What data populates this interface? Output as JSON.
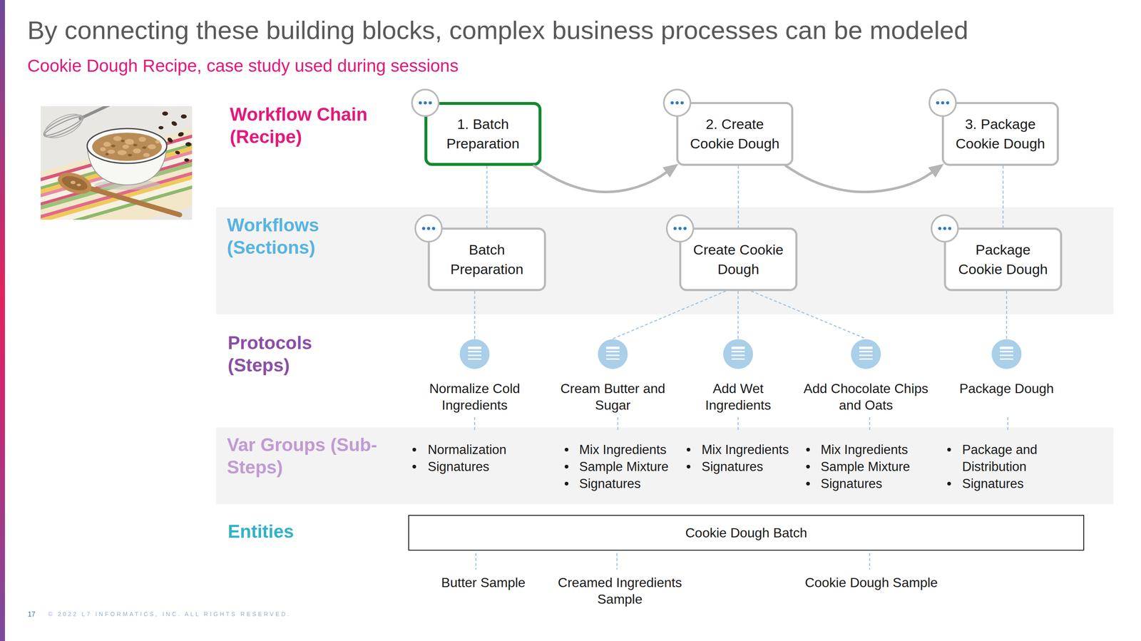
{
  "diagram": {
    "title": "By connecting these building blocks, complex business processes can be modeled",
    "nodes": [
      {
        "text": [
          "1. Batch Preparation"
        ]
      },
      {
        "text": [
          "2. Create Cookie Dough"
        ]
      },
      {
        "text": [
          "3. Package Cookie Dough"
        ]
      },
      {
        "text": [
          "Workflows (Sections)"
        ]
      },
      {
        "text": [
          "Batch Preparation"
        ],
        "in": 3
      },
      {
        "text": [
          "Create Cookie Dough"
        ],
        "in": 3
      },
      {
        "text": [
          "Package Cookie Dough"
        ],
        "in": 3
      },
      {
        "text": [
          "Normalize Cold Ingredients"
        ]
      },
      {
        "text": [
          "Cream Butter and Sugar"
        ]
      },
      {
        "text": [
          "Add Wet Ingredients"
        ]
      },
      {
        "text": [
          "Add Chocolate Chips and Oats"
        ]
      },
      {
        "text": [
          "Package Dough"
        ]
      },
      {
        "text": [
          "Var Groups (Sub-Steps)",
          "Normalization",
          "Signatures",
          "Mix Ingredients",
          "Sample Mixture",
          "Signatures",
          "Mix Ingredients",
          "Signatures",
          "Mix Ingredients",
          "Sample Mixture",
          "Signatures",
          "Package and Distribution",
          "Signatures"
        ]
      },
      {
        "text": [
          "Cookie Dough Batch"
        ]
      }
    ],
    "edges": [
      {
        "from": 0,
        "to": 1,
        "arrow": "to"
      },
      {
        "from": 1,
        "to": 2,
        "arrow": "to"
      },
      {
        "from": 0,
        "to": 4,
        "arrow": "none"
      },
      {
        "from": 1,
        "to": 5,
        "arrow": "none"
      },
      {
        "from": 2,
        "to": 6,
        "arrow": "none"
      },
      {
        "from": 4,
        "to": 7,
        "arrow": "none"
      },
      {
        "from": 5,
        "to": 8,
        "arrow": "none"
      },
      {
        "from": 5,
        "to": 9,
        "arrow": "none"
      },
      {
        "from": 5,
        "to": 10,
        "arrow": "none"
      },
      {
        "from": 6,
        "to": 11,
        "arrow": "none"
      }
    ],
    "labels": [
      "Cookie Dough Recipe, case study used during sessions",
      "Workflow Chain (Recipe)",
      "Protocols (Steps)",
      "Entities",
      "Butter Sample",
      "Creamed Ingredients Sample",
      "Cookie Dough Sample",
      "17",
      "© 2022 L7 INFORMATICS, INC. ALL RIGHTS RESERVED."
    ]
  }
}
